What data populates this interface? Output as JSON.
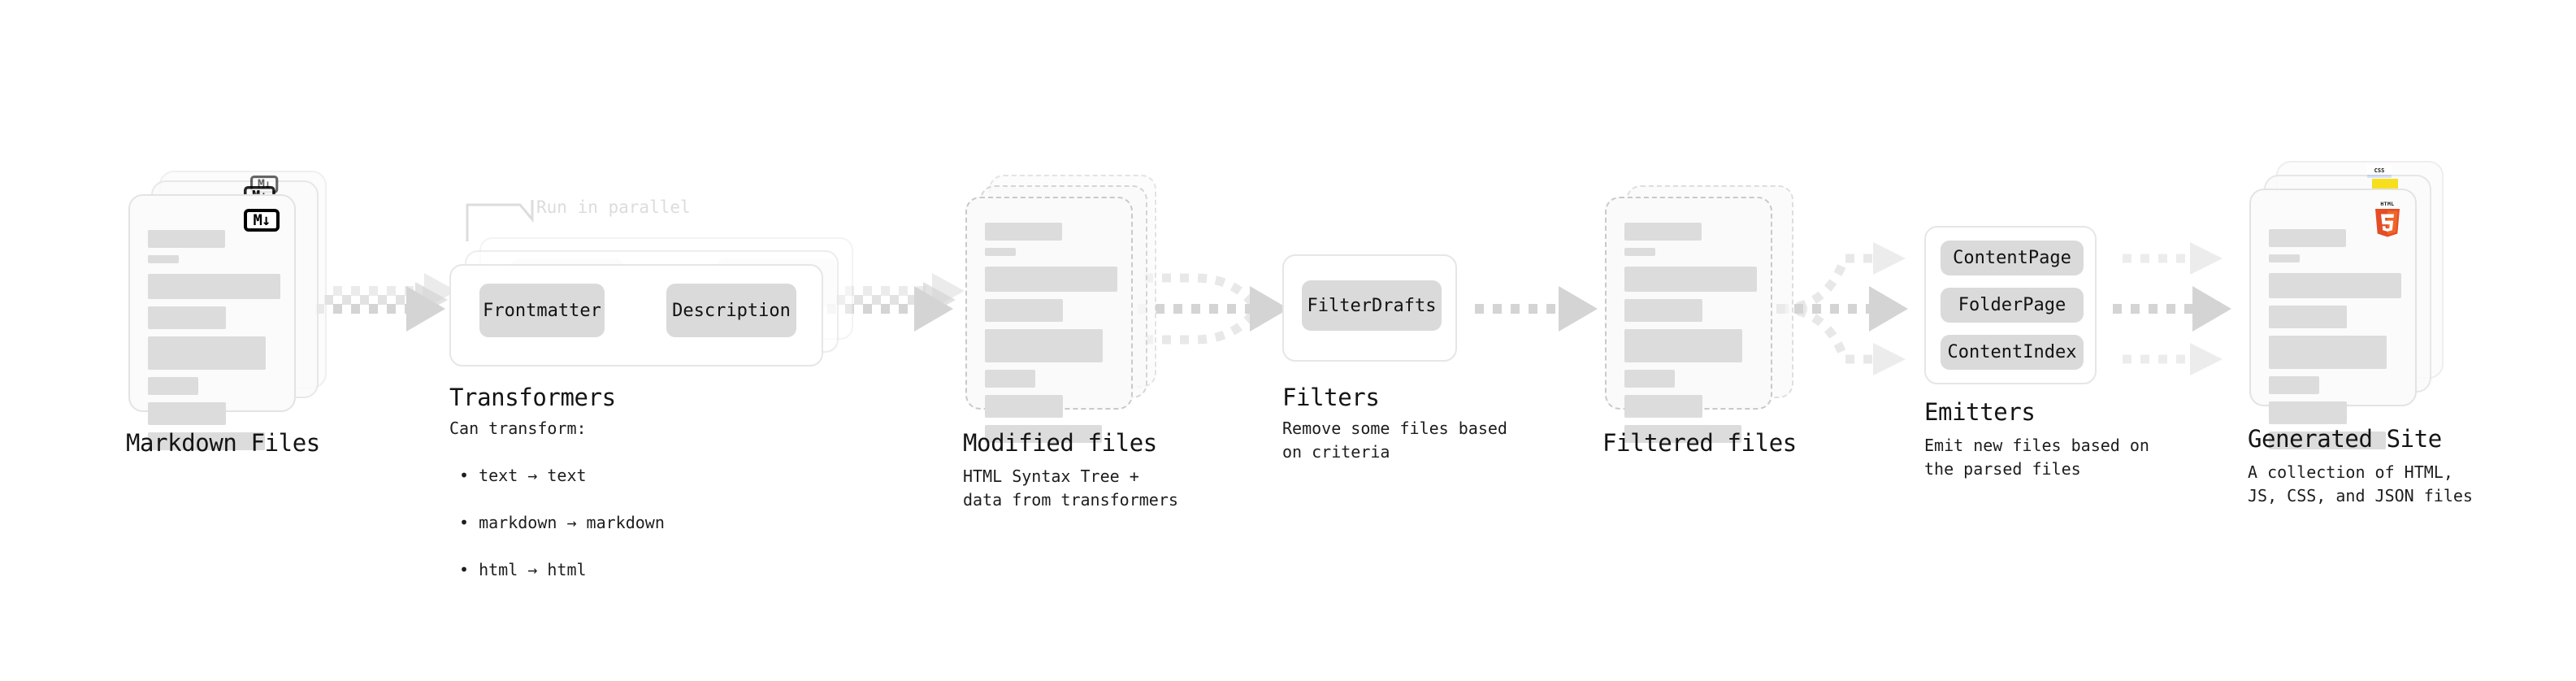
{
  "diagram": {
    "title_implicit": "Quartz build pipeline",
    "background": "#ffffff",
    "accent_colors": {
      "bar_gray": "#dcdcdc",
      "chip_gray": "#dadada",
      "card_border": "#e3e3e3",
      "dashed_border": "#c9c9c9",
      "arrow_gray": "#d4d4d4",
      "text_dark": "#141414",
      "ghost_text": "#dcdcdc",
      "html5_orange": "#e44d26",
      "html5_orange_light": "#f16529",
      "js_yellow": "#f7df1e",
      "css_blue": "#2965f1"
    }
  },
  "stages": [
    {
      "id": "markdown-files",
      "title": "Markdown Files",
      "subtitle": "",
      "kind": "document-stack",
      "stack_count": 3,
      "badge": "markdown-badge",
      "badge_text": "M↓"
    },
    {
      "id": "transformers",
      "title": "Transformers",
      "subtitle": "Can transform:",
      "kind": "group-stack",
      "stack_count": 3,
      "annotation": "Run in parallel",
      "chips": [
        "Frontmatter",
        "Description"
      ],
      "bullets": [
        "text → text",
        "markdown → markdown",
        "html → html"
      ]
    },
    {
      "id": "modified-files",
      "title": "Modified files",
      "subtitle": "HTML Syntax Tree +\ndata from transformers",
      "kind": "document-stack-dashed",
      "stack_count": 3
    },
    {
      "id": "filters",
      "title": "Filters",
      "subtitle": "Remove some files based\non criteria",
      "kind": "group",
      "chips": [
        "FilterDrafts"
      ]
    },
    {
      "id": "filtered-files",
      "title": "Filtered files",
      "subtitle": "",
      "kind": "document-stack-dashed",
      "stack_count": 2
    },
    {
      "id": "emitters",
      "title": "Emitters",
      "subtitle": "Emit new files based on\nthe parsed files",
      "kind": "group",
      "chips": [
        "ContentPage",
        "FolderPage",
        "ContentIndex"
      ]
    },
    {
      "id": "generated-site",
      "title": "Generated Site",
      "subtitle": "A collection of HTML,\nJS, CSS, and JSON files",
      "kind": "document-stack",
      "stack_count": 3,
      "badges": [
        "html5-badge",
        "js-badge",
        "css-badge"
      ]
    }
  ],
  "connectors": [
    {
      "id": "c1",
      "from": "markdown-files",
      "to": "transformers",
      "style": "triple-stacked-dotted"
    },
    {
      "id": "c2",
      "from": "transformers",
      "to": "modified-files",
      "style": "triple-stacked-dotted"
    },
    {
      "id": "c3",
      "from": "modified-files",
      "to": "filters",
      "style": "converging-dotted"
    },
    {
      "id": "c4",
      "from": "filters",
      "to": "filtered-files",
      "style": "single-dotted"
    },
    {
      "id": "c5",
      "from": "filtered-files",
      "to": "emitters",
      "style": "fan-out-dotted"
    },
    {
      "id": "c6",
      "from": "emitters",
      "to": "generated-site",
      "style": "triple-parallel-dotted"
    }
  ],
  "doc_bars": [
    {
      "w": 95,
      "h": 22
    },
    {
      "w": 38,
      "h": 10
    },
    {
      "w": 172,
      "h": 31
    },
    {
      "w": 100,
      "h": 28
    },
    {
      "w": 150,
      "h": 41
    },
    {
      "w": 64,
      "h": 22
    },
    {
      "w": 100,
      "h": 28
    },
    {
      "w": 148,
      "h": 22
    }
  ]
}
